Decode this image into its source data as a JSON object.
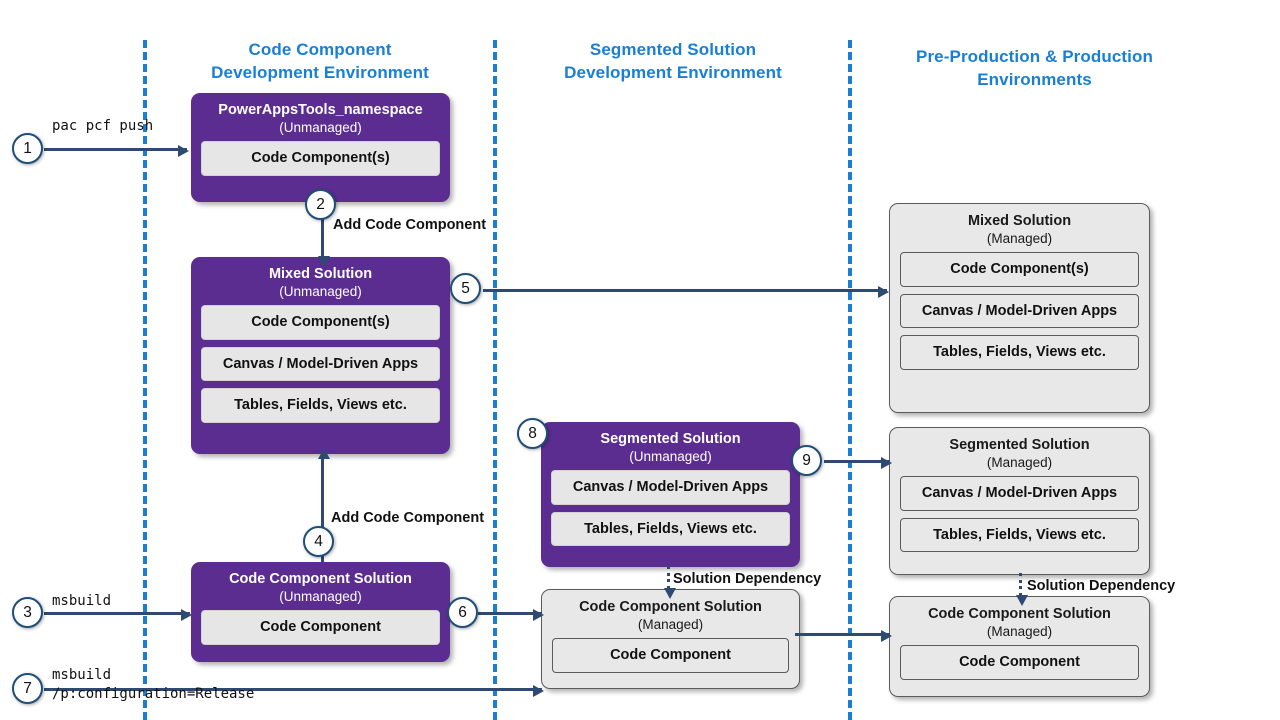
{
  "lanes": [
    {
      "title_line1": "Code Component",
      "title_line2": "Development Environment"
    },
    {
      "title_line1": "Segmented Solution",
      "title_line2": "Development Environment"
    },
    {
      "title_line1": "Pre-Production & Production",
      "title_line2": "Environments"
    }
  ],
  "colors": {
    "lane_divider": "#1a7fd4",
    "lane_title": "#1a7fd4",
    "unmanaged_card": "#5C2D91",
    "managed_card": "#E8E8E8",
    "chip": "#E6E6E6",
    "connector": "#2F4A72",
    "badge_border": "#1F4E79"
  },
  "cards": {
    "powerappstools": {
      "title": "PowerAppsTools_namespace",
      "subtitle": "(Unmanaged)",
      "chips": [
        "Code Component(s)"
      ]
    },
    "mixed_unmanaged": {
      "title": "Mixed Solution",
      "subtitle": "(Unmanaged)",
      "chips": [
        "Code Component(s)",
        "Canvas / Model-Driven Apps",
        "Tables, Fields, Views etc."
      ]
    },
    "code_component_solution_unmanaged": {
      "title": "Code Component Solution",
      "subtitle": "(Unmanaged)",
      "chips": [
        "Code Component"
      ]
    },
    "segmented_unmanaged": {
      "title": "Segmented Solution",
      "subtitle": "(Unmanaged)",
      "chips": [
        "Canvas / Model-Driven Apps",
        "Tables, Fields, Views etc."
      ]
    },
    "code_component_solution_managed_mid": {
      "title": "Code Component Solution",
      "subtitle": "(Managed)",
      "chips": [
        "Code Component"
      ]
    },
    "mixed_managed": {
      "title": "Mixed Solution",
      "subtitle": "(Managed)",
      "chips": [
        "Code Component(s)",
        "Canvas / Model-Driven Apps",
        "Tables, Fields, Views etc."
      ]
    },
    "segmented_managed": {
      "title": "Segmented Solution",
      "subtitle": "(Managed)",
      "chips": [
        "Canvas / Model-Driven Apps",
        "Tables, Fields, Views etc."
      ]
    },
    "code_component_solution_managed_right": {
      "title": "Code Component Solution",
      "subtitle": "(Managed)",
      "chips": [
        "Code Component"
      ]
    }
  },
  "steps": {
    "s1": "1",
    "s2": "2",
    "s3": "3",
    "s4": "4",
    "s5": "5",
    "s6": "6",
    "s7": "7",
    "s8": "8",
    "s9": "9"
  },
  "commands": {
    "pac_pcf_push": "pac pcf push",
    "msbuild": "msbuild",
    "msbuild_release_line1": "msbuild",
    "msbuild_release_line2": "/p:configuration=Release"
  },
  "edge_labels": {
    "add_code_component_top": "Add Code Component",
    "add_code_component_bottom": "Add Code Component",
    "solution_dependency_mid": "Solution Dependency",
    "solution_dependency_right": "Solution Dependency"
  }
}
